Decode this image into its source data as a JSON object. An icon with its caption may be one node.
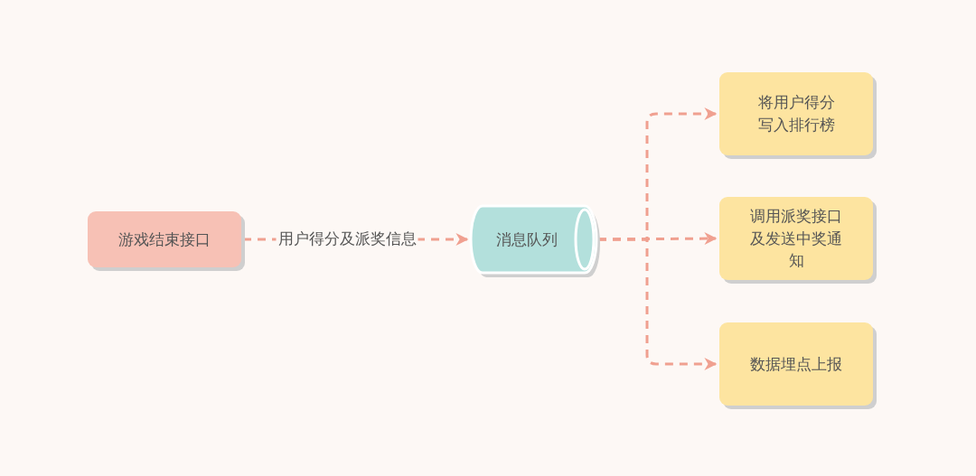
{
  "diagram": {
    "nodes": [
      {
        "text": [
          "游戏结束接口"
        ]
      },
      {
        "text": [
          "消息队列"
        ]
      },
      {
        "text": [
          "将用户得分写入排行榜"
        ]
      },
      {
        "text": [
          "调用派奖接口及发送中奖通知"
        ]
      },
      {
        "text": [
          "数据埋点上报"
        ]
      }
    ],
    "edges": [
      {
        "from": 0,
        "to": 1,
        "arrow": "to",
        "label": "用户得分及派奖信息"
      },
      {
        "from": 1,
        "to": 2,
        "arrow": "to"
      },
      {
        "from": 1,
        "to": 3,
        "arrow": "to"
      },
      {
        "from": 1,
        "to": 4,
        "arrow": "to"
      }
    ]
  }
}
